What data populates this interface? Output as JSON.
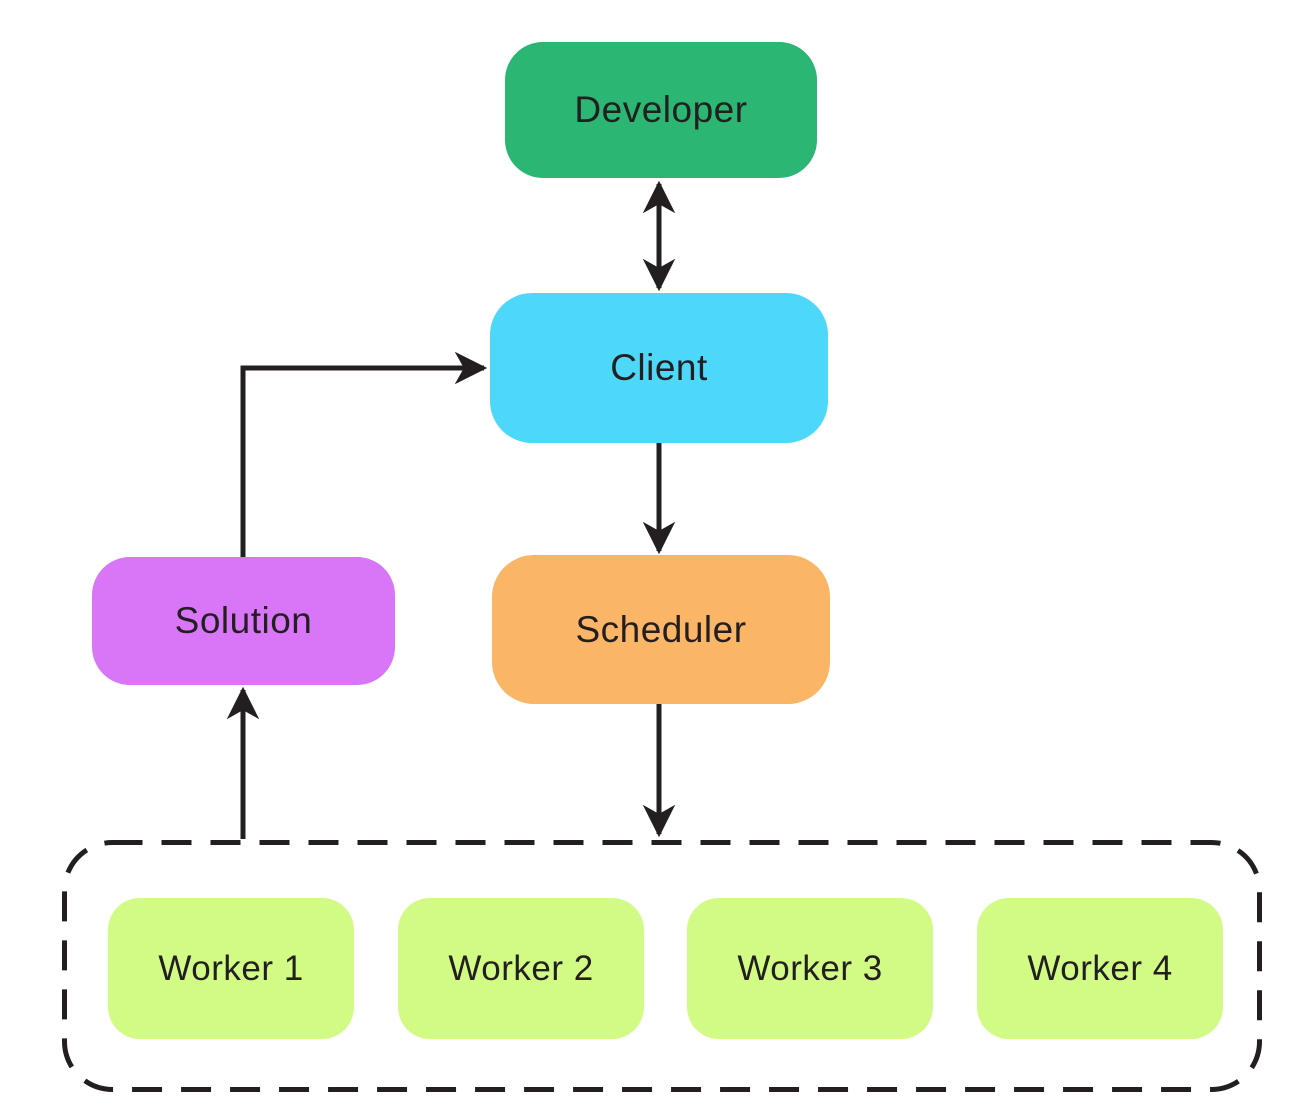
{
  "page": {
    "background": "#ffffff",
    "stroke_color": "#231f20",
    "text_color": "#231f20"
  },
  "diagram": {
    "nodes": {
      "developer": {
        "label": "Developer",
        "fill": "#2bb673"
      },
      "client": {
        "label": "Client",
        "fill": "#4dd7f9"
      },
      "scheduler": {
        "label": "Scheduler",
        "fill": "#fbb567"
      },
      "solution": {
        "label": "Solution",
        "fill": "#d876f7"
      }
    },
    "worker_cluster": {
      "border_style": "dashed",
      "workers": [
        {
          "label": "Worker 1",
          "fill": "#d2fb85"
        },
        {
          "label": "Worker 2",
          "fill": "#d2fb85"
        },
        {
          "label": "Worker 3",
          "fill": "#d2fb85"
        },
        {
          "label": "Worker 4",
          "fill": "#d2fb85"
        }
      ]
    },
    "edges": [
      {
        "from": "developer",
        "to": "client",
        "direction": "bidirectional"
      },
      {
        "from": "client",
        "to": "scheduler",
        "direction": "down"
      },
      {
        "from": "scheduler",
        "to": "worker_cluster",
        "direction": "down"
      },
      {
        "from": "worker_cluster",
        "to": "solution",
        "direction": "up"
      },
      {
        "from": "solution",
        "to": "client",
        "direction": "elbow-right"
      }
    ]
  }
}
